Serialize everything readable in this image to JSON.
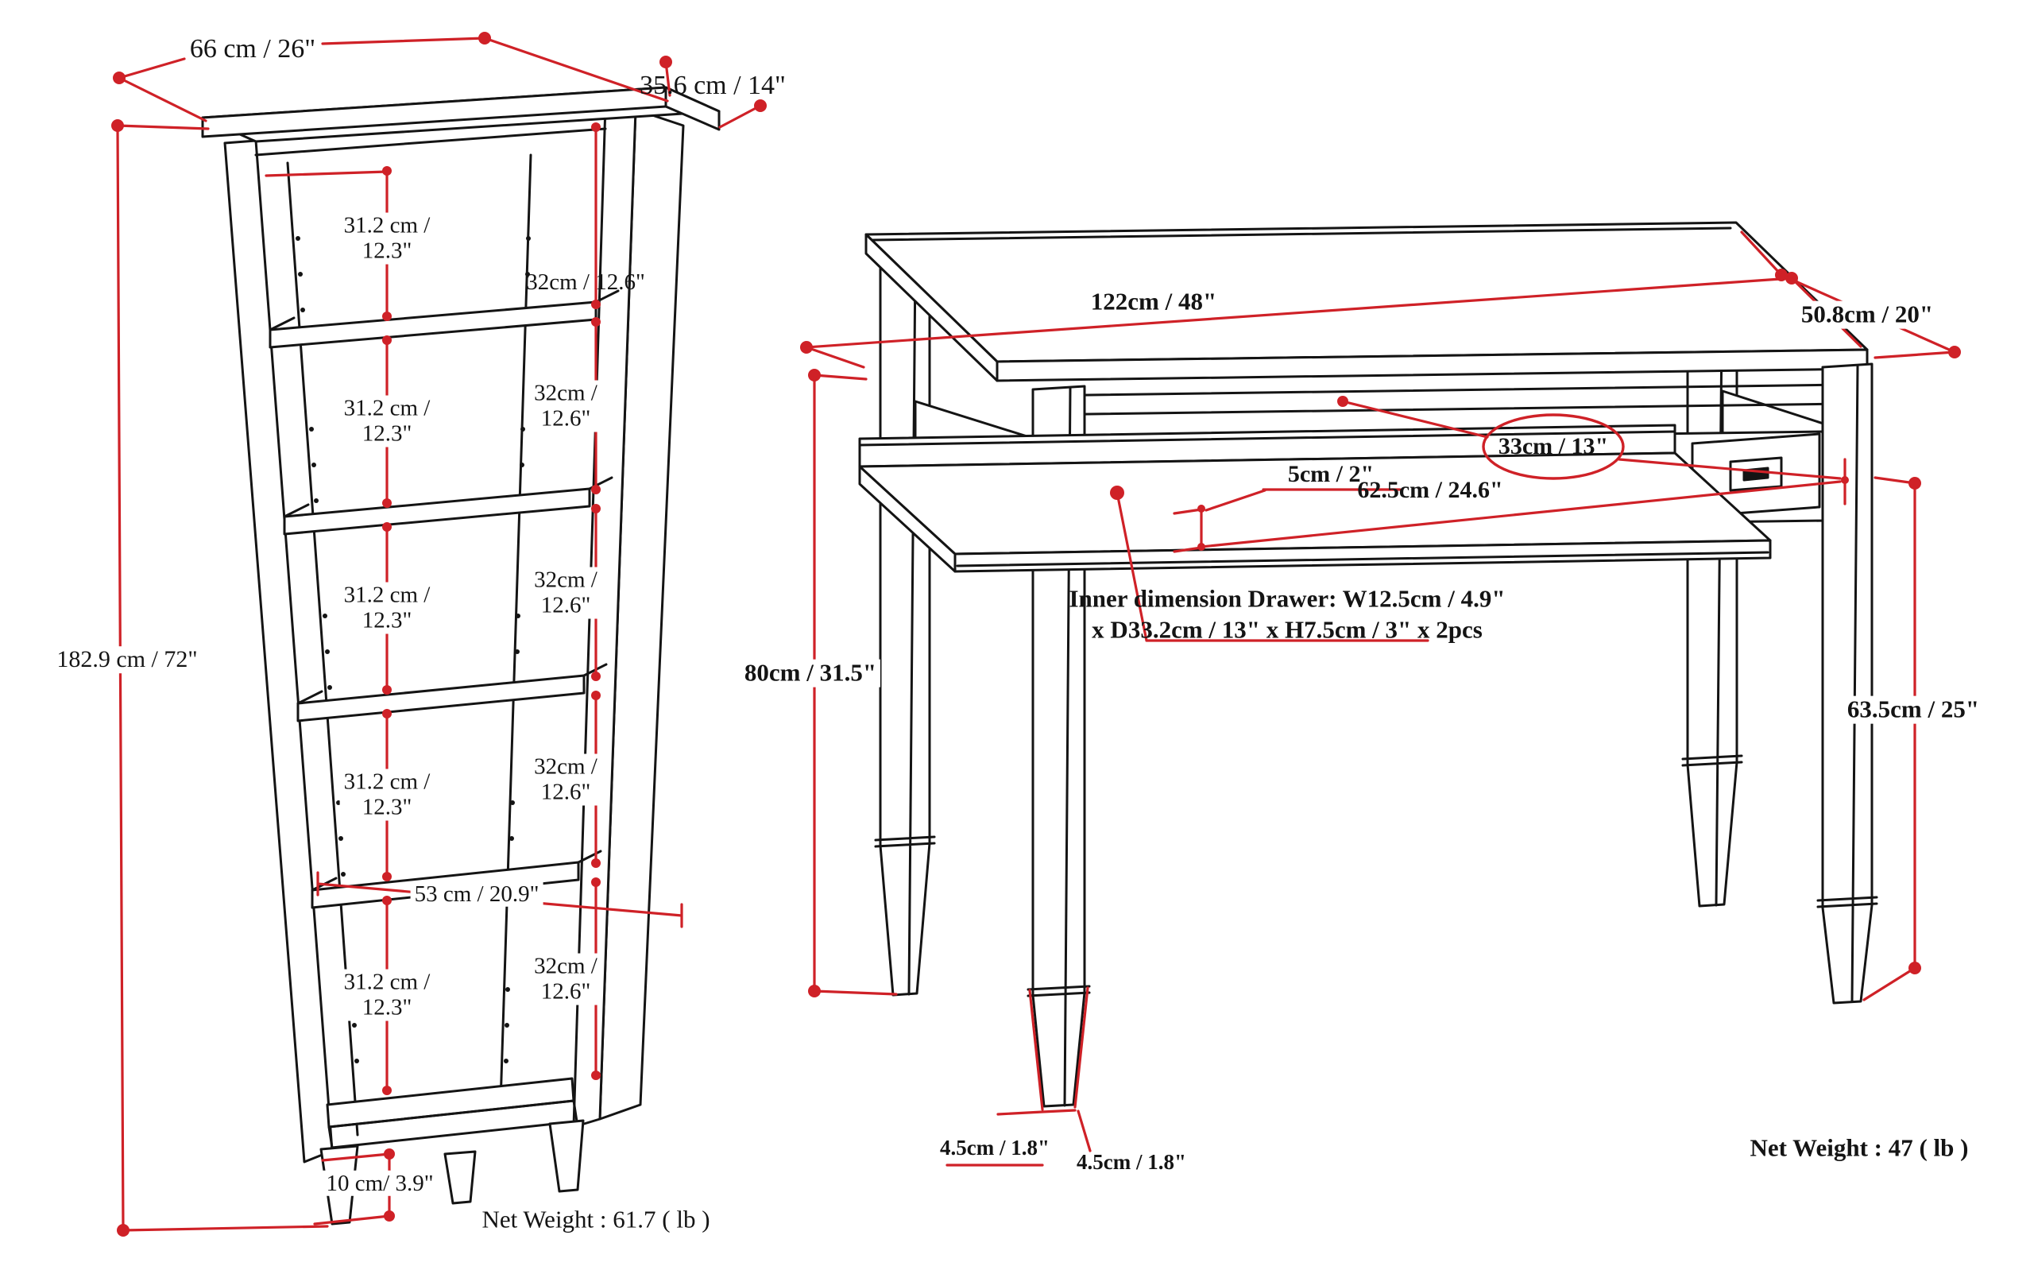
{
  "colors": {
    "dimension_red": "#cf2127",
    "line_black": "#141414",
    "background": "#ffffff"
  },
  "bookcase": {
    "width_label": "66 cm / 26\"",
    "depth_label": "35.6 cm / 14\"",
    "height_label": "182.9 cm / 72\"",
    "gap_labels": [
      {
        "line1": "31.2 cm /",
        "line2": "12.3\""
      },
      {
        "line1": "31.2 cm /",
        "line2": "12.3\""
      },
      {
        "line1": "31.2 cm /",
        "line2": "12.3\""
      },
      {
        "line1": "31.2 cm /",
        "line2": "12.3\""
      },
      {
        "line1": "31.2 cm /",
        "line2": "12.3\""
      }
    ],
    "pitch_label_first": "32cm / 12.6\"",
    "pitch_labels": [
      {
        "line1": "32cm /",
        "line2": "12.6\""
      },
      {
        "line1": "32cm /",
        "line2": "12.6\""
      },
      {
        "line1": "32cm /",
        "line2": "12.6\""
      },
      {
        "line1": "32cm /",
        "line2": "12.6\""
      }
    ],
    "shelf_width_label": "53 cm / 20.9\"",
    "foot_label": "10 cm/ 3.9\"",
    "net_weight": "Net Weight : 61.7 ( lb )"
  },
  "desk": {
    "width_label": "122cm / 48\"",
    "depth_label": "50.8cm / 20\"",
    "tray_depth_label": "33cm / 13\"",
    "tray_thickness_label": "5cm / 2\"",
    "tray_width_label": "62.5cm / 24.6\"",
    "height_label": "80cm / 31.5\"",
    "leg_height_label": "63.5cm / 25\"",
    "foot_left_label": "4.5cm / 1.8\"",
    "foot_right_label": "4.5cm / 1.8\"",
    "drawer_note_line1": "Inner dimension Drawer: W12.5cm / 4.9\"",
    "drawer_note_line2": "x D33.2cm / 13\" x H7.5cm / 3\" x 2pcs",
    "net_weight": "Net Weight : 47 ( lb )"
  }
}
